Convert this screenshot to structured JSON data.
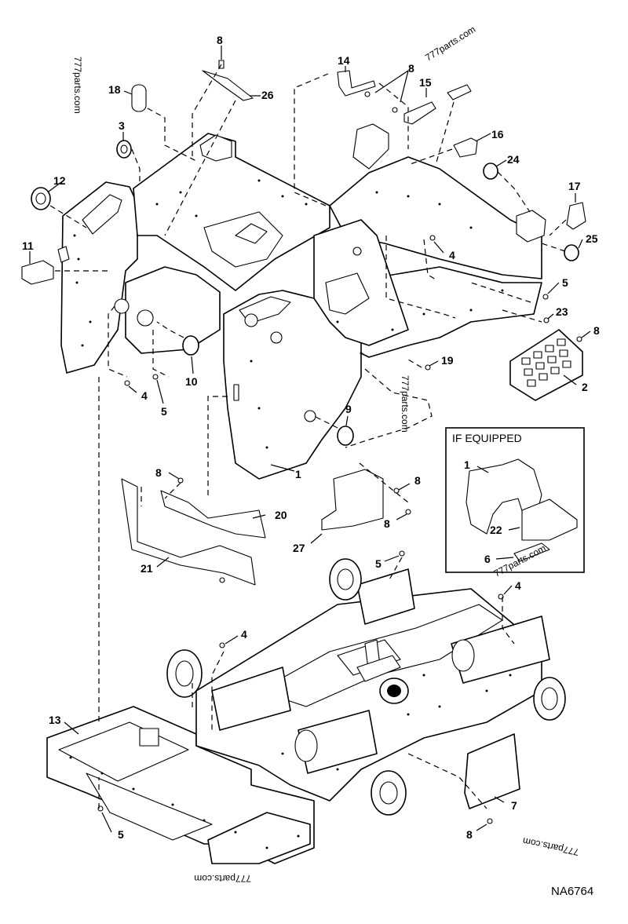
{
  "callouts": [
    {
      "id": "c8a",
      "text": "8"
    },
    {
      "id": "c26",
      "text": "26"
    },
    {
      "id": "c18",
      "text": "18"
    },
    {
      "id": "c3",
      "text": "3"
    },
    {
      "id": "c14",
      "text": "14"
    },
    {
      "id": "c8b",
      "text": "8"
    },
    {
      "id": "c15",
      "text": "15"
    },
    {
      "id": "c16",
      "text": "16"
    },
    {
      "id": "c24",
      "text": "24"
    },
    {
      "id": "c12",
      "text": "12"
    },
    {
      "id": "c17",
      "text": "17"
    },
    {
      "id": "c11",
      "text": "11"
    },
    {
      "id": "c4a",
      "text": "4"
    },
    {
      "id": "c25",
      "text": "25"
    },
    {
      "id": "c5a",
      "text": "5"
    },
    {
      "id": "c23",
      "text": "23"
    },
    {
      "id": "c8c",
      "text": "8"
    },
    {
      "id": "c10",
      "text": "10"
    },
    {
      "id": "c19",
      "text": "19"
    },
    {
      "id": "c4b",
      "text": "4"
    },
    {
      "id": "c5b",
      "text": "5"
    },
    {
      "id": "c2",
      "text": "2"
    },
    {
      "id": "c9",
      "text": "9"
    },
    {
      "id": "c1",
      "text": "1"
    },
    {
      "id": "c8d",
      "text": "8"
    },
    {
      "id": "c8e",
      "text": "8"
    },
    {
      "id": "c20",
      "text": "20"
    },
    {
      "id": "c8f",
      "text": "8"
    },
    {
      "id": "c27",
      "text": "27"
    },
    {
      "id": "c21",
      "text": "21"
    },
    {
      "id": "c5c",
      "text": "5"
    },
    {
      "id": "c4c",
      "text": "4"
    },
    {
      "id": "c4d",
      "text": "4"
    },
    {
      "id": "c13",
      "text": "13"
    },
    {
      "id": "c7",
      "text": "7"
    },
    {
      "id": "c5d",
      "text": "5"
    },
    {
      "id": "c8g",
      "text": "8"
    }
  ],
  "if_equipped": {
    "title": "IF EQUIPPED",
    "callouts": [
      {
        "id": "ie1",
        "text": "1"
      },
      {
        "id": "ie22",
        "text": "22"
      },
      {
        "id": "ie6",
        "text": "6"
      }
    ]
  },
  "watermarks": {
    "left_vertical": "777parts.com",
    "top_right_rotated": "777parts.com",
    "center_vertical": "777parts.com",
    "box_rotated": "777parts.com",
    "bottom_left_flipped": "777parts.com",
    "bottom_right_flipped": "777parts.com"
  },
  "drawing_number": "NA6764"
}
